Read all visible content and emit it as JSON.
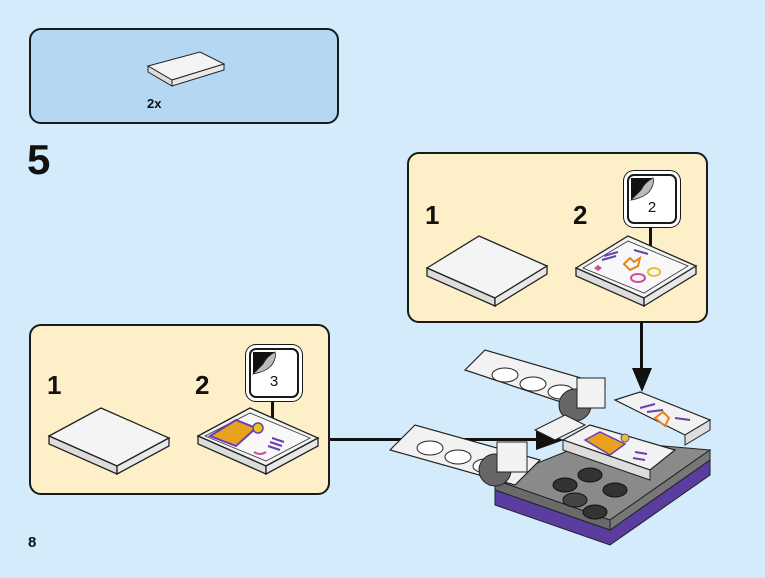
{
  "page": {
    "step_number": "5",
    "page_number": "8",
    "background_color": "#d4ebfb"
  },
  "parts_list": {
    "items": [
      {
        "part": "white-tile-2x4",
        "quantity": "2x"
      }
    ],
    "background_color": "#b4d8f4"
  },
  "subassembly_top": {
    "background_color": "#fdf0c8",
    "substeps": [
      {
        "number": "1",
        "part": "white-tile-2x4"
      },
      {
        "number": "2",
        "part": "white-tile-2x4-with-sticker",
        "sticker_number": "2"
      }
    ]
  },
  "subassembly_left": {
    "background_color": "#fdf0c8",
    "substeps": [
      {
        "number": "1",
        "part": "white-tile-2x4"
      },
      {
        "number": "2",
        "part": "white-tile-2x4-with-sticker",
        "sticker_number": "3"
      }
    ]
  },
  "colors": {
    "tile_white": "#f2f2f2",
    "dark_gray": "#555555",
    "medium_gray": "#9a9a9a",
    "purple_base": "#5a3d9e",
    "sticker_orange": "#e8821e",
    "sticker_purple": "#6a3fb0",
    "sticker_pink": "#d04aa0",
    "sticker_yellow": "#e8c21e"
  }
}
